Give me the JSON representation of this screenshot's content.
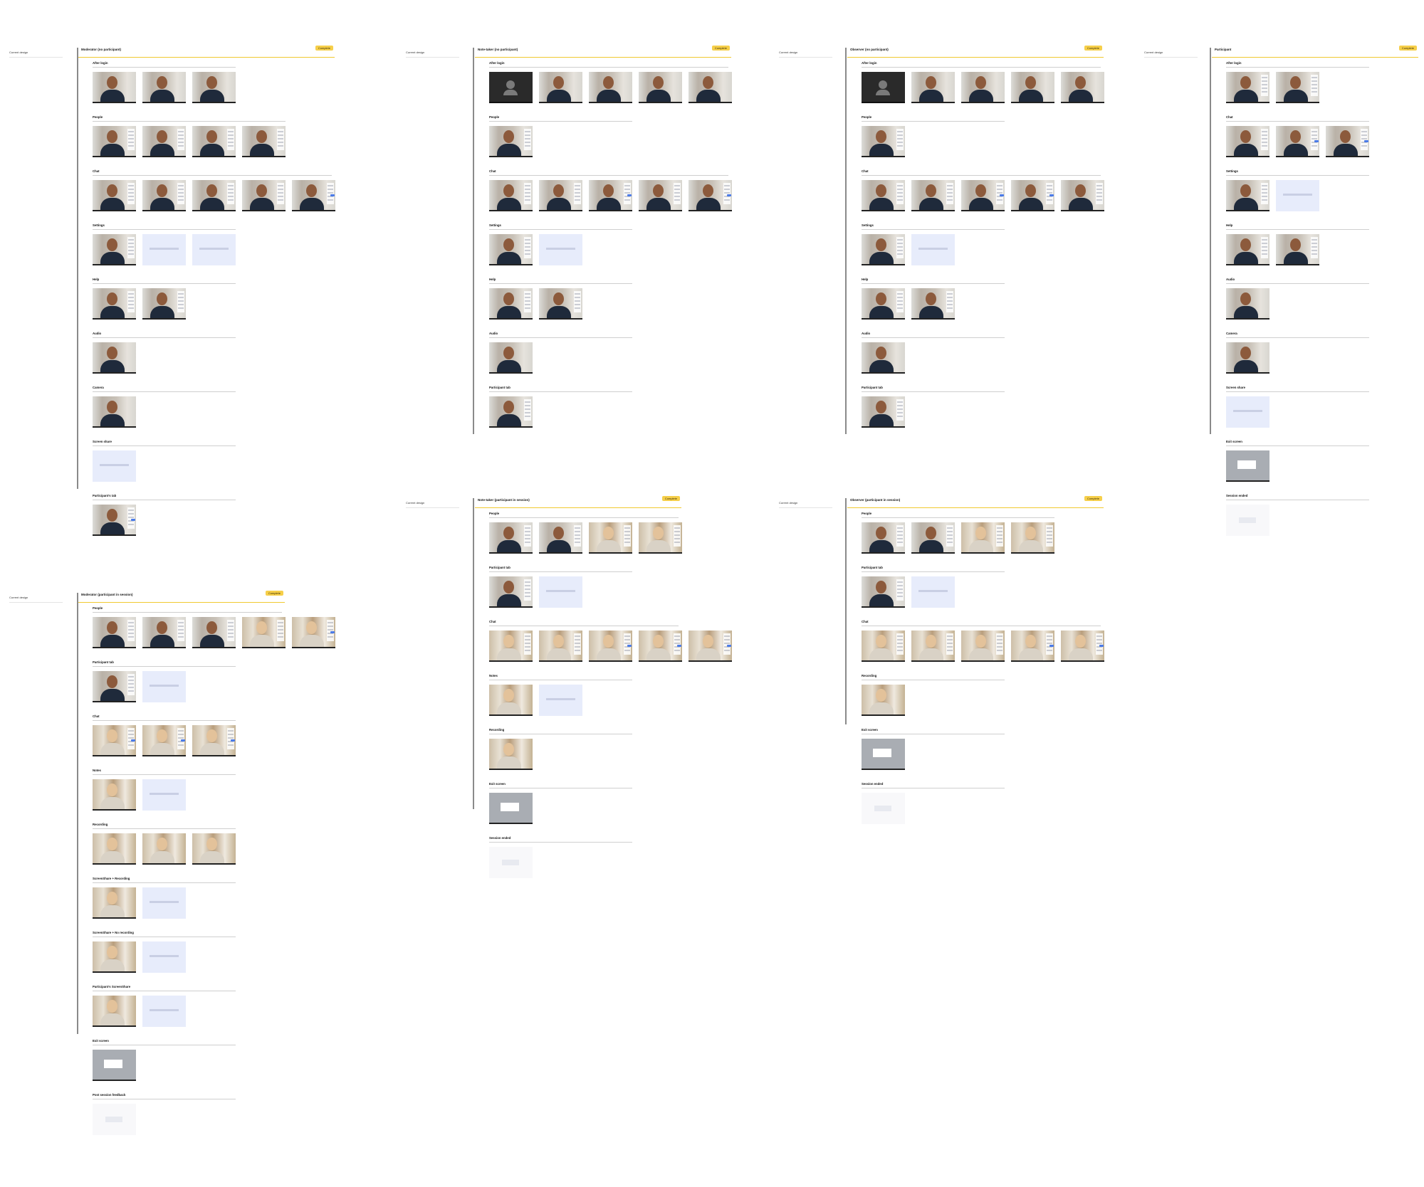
{
  "boards": [
    {
      "id": "moderator-no-participant",
      "current_design_label": "Current design",
      "title": "Moderator (no participant)",
      "badge": "Complete",
      "groups": [
        {
          "title": "After login",
          "thumbs": [
            "man",
            "man",
            "man"
          ]
        },
        {
          "title": "People",
          "thumbs": [
            "man-panel",
            "man-panel",
            "man-panel",
            "man-panel"
          ]
        },
        {
          "title": "Chat",
          "thumbs": [
            "man-panel",
            "man-panel",
            "man-panel",
            "man-panel",
            "man-blue"
          ]
        },
        {
          "title": "Settings",
          "thumbs": [
            "man-panel",
            "blue",
            "blue"
          ]
        },
        {
          "title": "Help",
          "thumbs": [
            "man-panel",
            "man-panel"
          ]
        },
        {
          "title": "Audio",
          "thumbs": [
            "man"
          ]
        },
        {
          "title": "Camera",
          "thumbs": [
            "man"
          ]
        },
        {
          "title": "Screen share",
          "thumbs": [
            "blue"
          ]
        },
        {
          "title": "Participant’s tab",
          "thumbs": [
            "man-blue"
          ]
        }
      ]
    },
    {
      "id": "note-taker-no-participant",
      "current_design_label": "Current design",
      "title": "Note-taker (no participant)",
      "badge": "Complete",
      "groups": [
        {
          "title": "After login",
          "thumbs": [
            "dark",
            "man",
            "man",
            "man",
            "man"
          ]
        },
        {
          "title": "People",
          "thumbs": [
            "man-panel"
          ]
        },
        {
          "title": "Chat",
          "thumbs": [
            "man-panel",
            "man-panel",
            "man-blue",
            "man-panel",
            "man-blue"
          ]
        },
        {
          "title": "Settings",
          "thumbs": [
            "man-panel",
            "blue"
          ]
        },
        {
          "title": "Help",
          "thumbs": [
            "man-panel",
            "man-panel"
          ]
        },
        {
          "title": "Audio",
          "thumbs": [
            "man"
          ]
        },
        {
          "title": "Participant tab",
          "thumbs": [
            "man-panel"
          ]
        }
      ]
    },
    {
      "id": "observer-no-participant",
      "current_design_label": "Current design",
      "title": "Observer (no participant)",
      "badge": "Complete",
      "groups": [
        {
          "title": "After login",
          "thumbs": [
            "dark",
            "man",
            "man",
            "man",
            "man"
          ]
        },
        {
          "title": "People",
          "thumbs": [
            "man-panel"
          ]
        },
        {
          "title": "Chat",
          "thumbs": [
            "man-panel",
            "man-panel",
            "man-blue",
            "man-blue",
            "man-panel"
          ]
        },
        {
          "title": "Settings",
          "thumbs": [
            "man-panel",
            "blue"
          ]
        },
        {
          "title": "Help",
          "thumbs": [
            "man-panel",
            "man-panel"
          ]
        },
        {
          "title": "Audio",
          "thumbs": [
            "man"
          ]
        },
        {
          "title": "Participant tab",
          "thumbs": [
            "man-panel"
          ]
        }
      ]
    },
    {
      "id": "participant",
      "current_design_label": "Current design",
      "title": "Participant",
      "badge": "Complete",
      "groups": [
        {
          "title": "After login",
          "thumbs": [
            "man-panel",
            "man-panel"
          ]
        },
        {
          "title": "Chat",
          "thumbs": [
            "man-panel",
            "man-blue",
            "man-blue"
          ]
        },
        {
          "title": "Settings",
          "thumbs": [
            "man-panel",
            "blue"
          ]
        },
        {
          "title": "Help",
          "thumbs": [
            "man-panel",
            "man-panel"
          ]
        },
        {
          "title": "Audio",
          "thumbs": [
            "man"
          ]
        },
        {
          "title": "Camera",
          "thumbs": [
            "man"
          ]
        },
        {
          "title": "Screen share",
          "thumbs": [
            "blue"
          ]
        },
        {
          "title": "Exit screen",
          "thumbs": [
            "gray"
          ]
        },
        {
          "title": "Session ended",
          "thumbs": [
            "white"
          ]
        }
      ]
    },
    {
      "id": "moderator-in-session",
      "current_design_label": "Current design",
      "title": "Moderator (participant in session)",
      "badge": "Complete",
      "groups": [
        {
          "title": "People",
          "thumbs": [
            "man-panel",
            "man-panel",
            "man-panel",
            "woman-panel",
            "woman-blue"
          ]
        },
        {
          "title": "Participant tab",
          "thumbs": [
            "man-panel",
            "blue"
          ]
        },
        {
          "title": "Chat",
          "thumbs": [
            "woman-blue",
            "woman-blue",
            "woman-blue"
          ]
        },
        {
          "title": "Notes",
          "thumbs": [
            "woman",
            "blue"
          ]
        },
        {
          "title": "Recording",
          "thumbs": [
            "woman",
            "woman",
            "woman"
          ]
        },
        {
          "title": "ScreenShare + Recording",
          "thumbs": [
            "woman",
            "blue"
          ]
        },
        {
          "title": "ScreenShare + No recording",
          "thumbs": [
            "woman",
            "blue"
          ]
        },
        {
          "title": "Participant’s ScreenShare",
          "thumbs": [
            "woman",
            "blue"
          ]
        },
        {
          "title": "Exit screen",
          "thumbs": [
            "gray"
          ]
        },
        {
          "title": "Post session feedback",
          "thumbs": [
            "white"
          ]
        }
      ]
    },
    {
      "id": "note-taker-in-session",
      "current_design_label": "Current design",
      "title": "Note-taker (participant in session)",
      "badge": "Complete",
      "groups": [
        {
          "title": "People",
          "thumbs": [
            "man-panel",
            "man-panel",
            "woman-panel",
            "woman-panel"
          ]
        },
        {
          "title": "Participant tab",
          "thumbs": [
            "man-panel",
            "blue"
          ]
        },
        {
          "title": "Chat",
          "thumbs": [
            "woman-panel",
            "woman-panel",
            "woman-blue",
            "woman-blue",
            "woman-blue"
          ]
        },
        {
          "title": "Notes",
          "thumbs": [
            "woman",
            "blue"
          ]
        },
        {
          "title": "Recording",
          "thumbs": [
            "woman"
          ]
        },
        {
          "title": "Exit screen",
          "thumbs": [
            "gray"
          ]
        },
        {
          "title": "Session ended",
          "thumbs": [
            "white"
          ]
        }
      ]
    },
    {
      "id": "observer-in-session",
      "current_design_label": "Current design",
      "title": "Observer (participant in session)",
      "badge": "Complete",
      "groups": [
        {
          "title": "People",
          "thumbs": [
            "man-panel",
            "man-panel",
            "woman-panel",
            "woman-panel"
          ]
        },
        {
          "title": "Participant tab",
          "thumbs": [
            "man-panel",
            "blue"
          ]
        },
        {
          "title": "Chat",
          "thumbs": [
            "woman-panel",
            "woman-panel",
            "woman-panel",
            "woman-blue",
            "woman-blue"
          ]
        },
        {
          "title": "Recording",
          "thumbs": [
            "woman"
          ]
        },
        {
          "title": "Exit screen",
          "thumbs": [
            "gray"
          ]
        },
        {
          "title": "Session ended",
          "thumbs": [
            "white"
          ]
        }
      ]
    }
  ]
}
